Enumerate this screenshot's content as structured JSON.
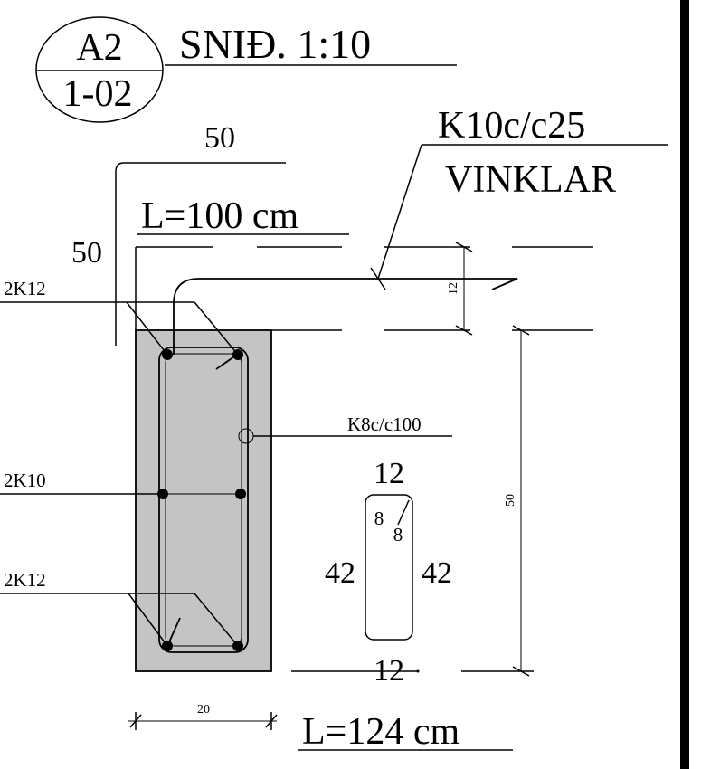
{
  "title_block": {
    "detail_id": "A2",
    "sheet_ref": "1-02",
    "title": "SNIÐ. 1:10"
  },
  "bent_bar": {
    "top_leg": "50",
    "side_leg": "50",
    "length": "L=100 cm"
  },
  "stirrup_callout": {
    "line1": "K10c/c25",
    "line2": "VINKLAR"
  },
  "rebar_labels": {
    "top": "2K12",
    "middle": "2K10",
    "bottom": "2K12",
    "link": "K8c/c100"
  },
  "dimensions": {
    "slab_thickness": "12",
    "beam_depth": "50",
    "beam_width": "20"
  },
  "stirrup_shape": {
    "top": "12",
    "bottom": "12",
    "left": "42",
    "right": "42",
    "hook_a": "8",
    "hook_b": "8",
    "length": "L=124 cm"
  }
}
